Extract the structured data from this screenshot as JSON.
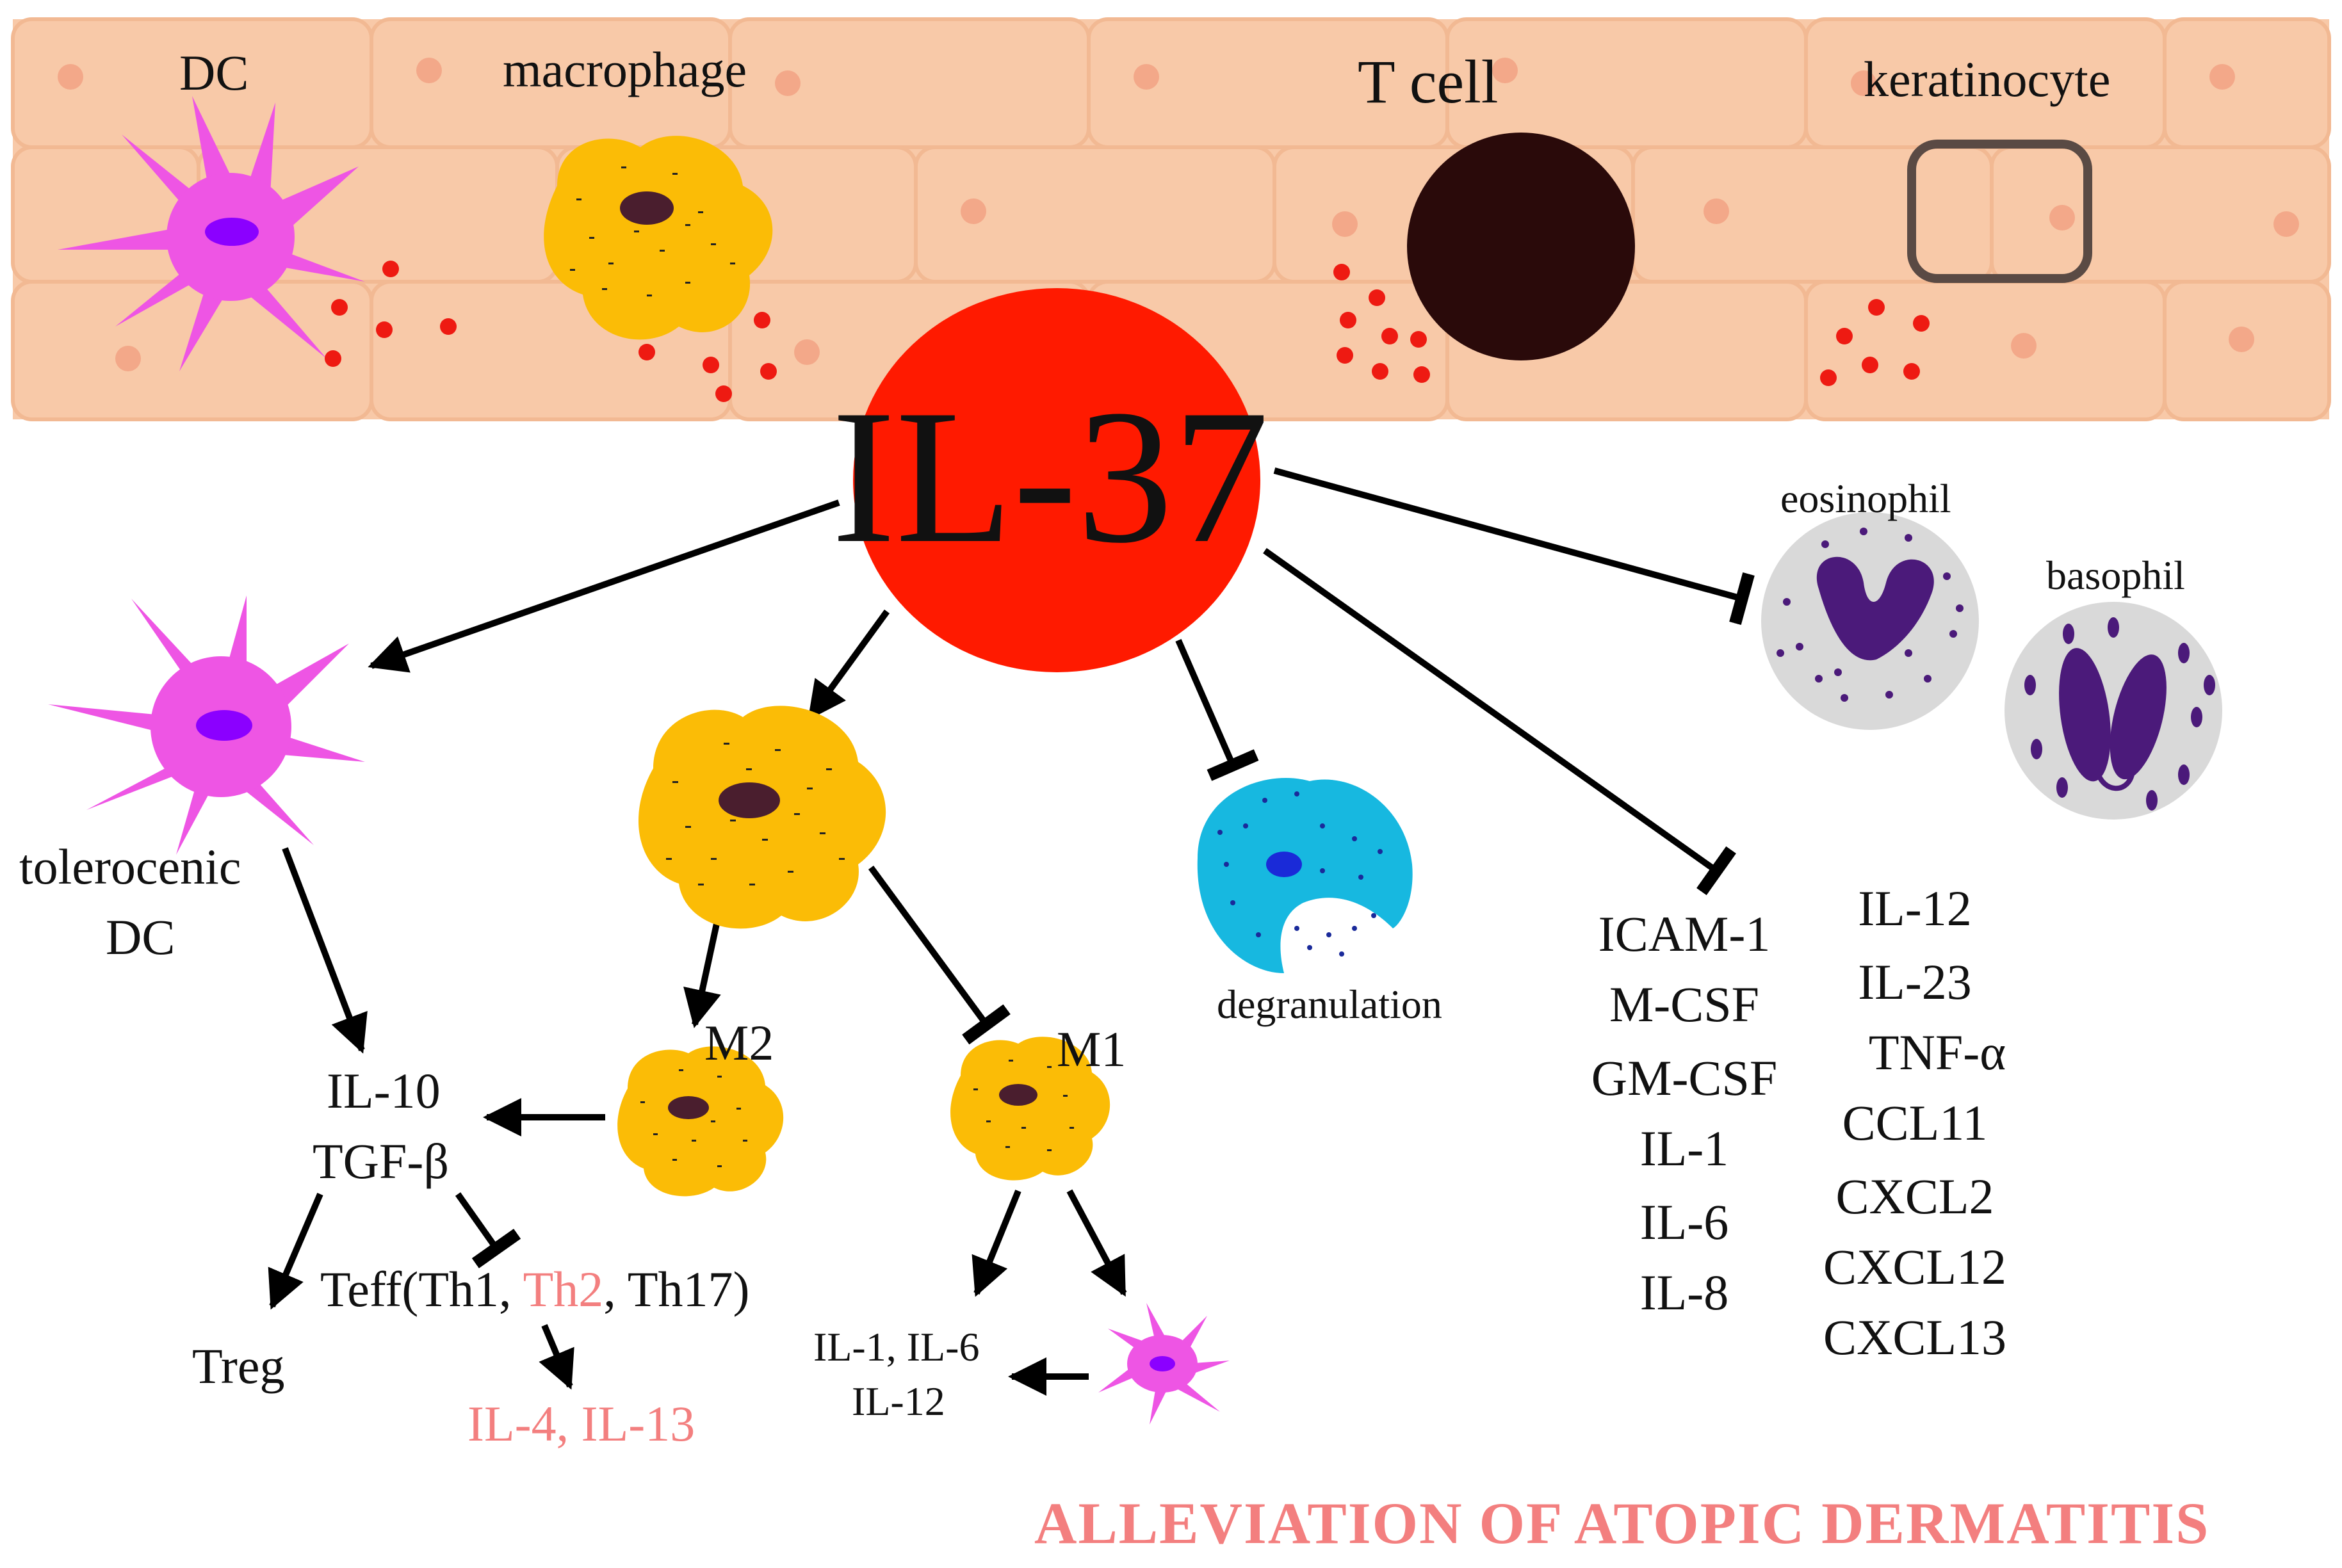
{
  "colors": {
    "skin": "#f8c9a8",
    "skin_cell_border": "#f3bc97",
    "skin_dot": "#f3a889",
    "il37": "#ff1a00",
    "dc": "#ee55e4",
    "dc_nucleus": "#8b00ff",
    "macrophage": "#fbbc06",
    "macrophage_nucleus": "#4a1e2e",
    "tcell": "#2a0a0a",
    "mast": "#17b8e0",
    "granulocyte": "#d9d9d9",
    "granule": "#4b1a7a",
    "red_dot": "#ee1a12",
    "highlight_text": "#f37f7f",
    "arrow": "#000000"
  },
  "skin_cells": {
    "dc": "DC",
    "macrophage": "macrophage",
    "tcell": "T cell",
    "keratinocyte": "keratinocyte"
  },
  "center": {
    "label": "IL-37"
  },
  "branches": {
    "tolerogenic_dc": {
      "line1": "tolerocenic",
      "line2": "DC"
    },
    "il10": "IL-10",
    "tgfb": "TGF-β",
    "treg": "Treg",
    "teff": {
      "prefix": "Teff(Th1, ",
      "th2": "Th2",
      "suffix": ", Th17)"
    },
    "il4_il13": "IL-4, IL-13",
    "m2": "M2",
    "m1": "M1",
    "m1_cytokines": {
      "line1": "IL-1, IL-6",
      "line2": "IL-12"
    },
    "degranulation": "degranulation",
    "eosinophil": "eosinophil",
    "basophil": "basophil"
  },
  "inhibited_molecules": {
    "col1": [
      "ICAM-1",
      "M-CSF",
      "GM-CSF",
      "IL-1",
      "IL-6",
      "IL-8"
    ],
    "col2": [
      "IL-12",
      "IL-23",
      "TNF-α",
      "CCL11",
      "CXCL2",
      "CXCL12",
      "CXCL13"
    ]
  },
  "footer": {
    "title": "ALLEVIATION OF ATOPIC DERMATITIS"
  }
}
